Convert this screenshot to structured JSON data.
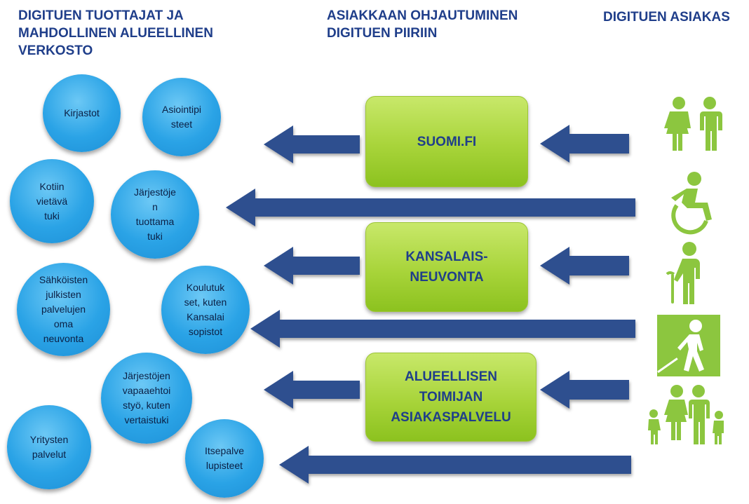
{
  "headers": {
    "providers": "DIGITUEN TUOTTAJAT JA\nMAHDOLLINEN ALUEELLINEN\nVERKOSTO",
    "guidance": "ASIAKKAAN OHJAUTUMINEN\n DIGITUEN PIIRIIN",
    "customer": "DIGITUEN ASIAKAS"
  },
  "providers": [
    "Kirjastot",
    "Asiointipi\nsteet",
    "Kotiin\nvietävä\ntuki",
    "Järjestöje\nn\ntuottama\ntuki",
    "Sähköisten\njulkisten\npalvelujen\noma\nneuvonta",
    "Koulutuk\nset, kuten\nKansalai\nsopistot",
    "Järjestöjen\nvapaaehtoi\nstyö, kuten\nvertaistuki",
    "Yritysten\npalvelut",
    "Itsepalve\nlupisteet"
  ],
  "channels": [
    "SUOMI.FI",
    "KANSALAIS-\nNEUVONTA",
    "ALUEELLISEN\nTOIMIJAN\nASIAKASPALVELU"
  ],
  "customer_icons": [
    "couple-icon",
    "wheelchair-user-icon",
    "elderly-person-icon",
    "visually-impaired-person-icon",
    "family-icon"
  ],
  "colors": {
    "header_text": "#1f3e8a",
    "arrow": "#2f4f8f",
    "bubble": "#2aa3e6",
    "channel_box": "#a8d43a",
    "icon": "#8cc63f"
  }
}
